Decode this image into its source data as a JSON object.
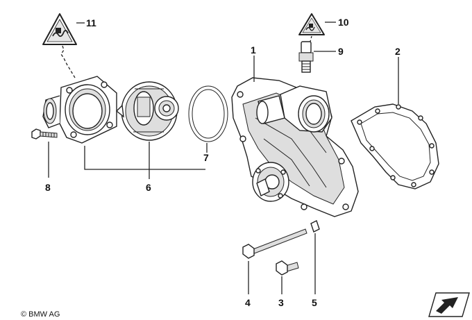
{
  "callouts": [
    "1",
    "2",
    "3",
    "4",
    "5",
    "6",
    "7",
    "8",
    "9",
    "10",
    "11"
  ],
  "copyright": "© BMW AG",
  "icons": {
    "warning_left": "hot-coolant-warning-icon",
    "warning_right": "hot-coolant-warning-icon",
    "nav": "navigation-arrow-icon"
  }
}
